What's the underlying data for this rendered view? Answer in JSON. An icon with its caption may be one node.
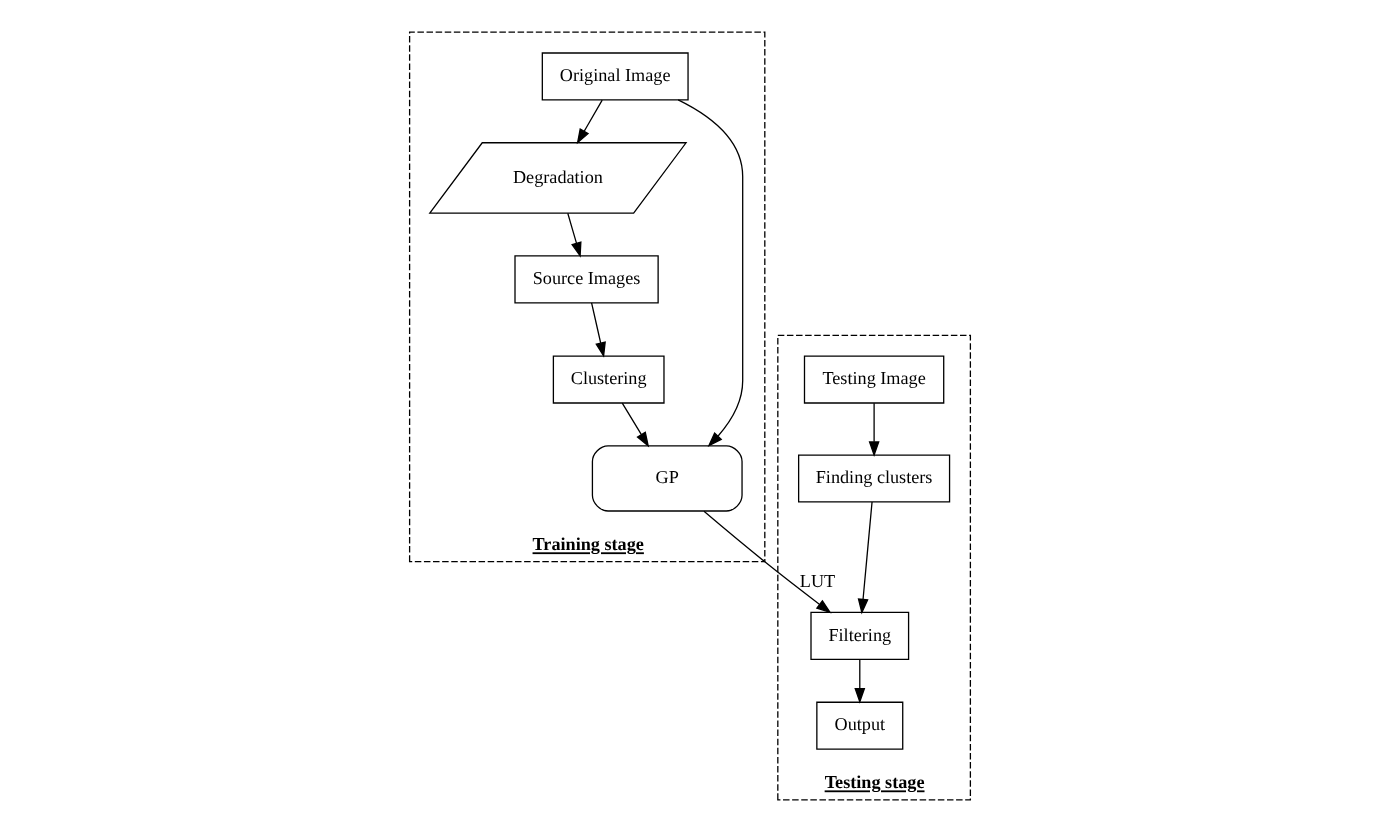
{
  "diagram": {
    "nodes": [
      {
        "text": [
          "Training stage"
        ]
      },
      {
        "text": [
          "Original Image"
        ],
        "in": 0
      },
      {
        "text": [
          "Degradation"
        ],
        "in": 0
      },
      {
        "text": [
          "Source Images"
        ],
        "in": 0
      },
      {
        "text": [
          "Clustering"
        ],
        "in": 0
      },
      {
        "text": [
          "GP"
        ],
        "in": 0
      },
      {
        "text": [
          "Testing stage"
        ]
      },
      {
        "text": [
          "Testing Image"
        ],
        "in": 6
      },
      {
        "text": [
          "Finding clusters"
        ],
        "in": 6
      },
      {
        "text": [
          "Filtering"
        ],
        "in": 6
      },
      {
        "text": [
          "Output"
        ],
        "in": 6
      }
    ],
    "edges": [
      {
        "from": 1,
        "to": 2,
        "arrow": "to"
      },
      {
        "from": 2,
        "to": 3,
        "arrow": "to"
      },
      {
        "from": 3,
        "to": 4,
        "arrow": "to"
      },
      {
        "from": 4,
        "to": 5,
        "arrow": "to"
      },
      {
        "from": 1,
        "to": 5,
        "arrow": "to"
      },
      {
        "from": 5,
        "to": 9,
        "arrow": "to",
        "label": "LUT"
      },
      {
        "from": 7,
        "to": 8,
        "arrow": "to"
      },
      {
        "from": 8,
        "to": 9,
        "arrow": "to"
      },
      {
        "from": 9,
        "to": 10,
        "arrow": "to"
      }
    ]
  }
}
